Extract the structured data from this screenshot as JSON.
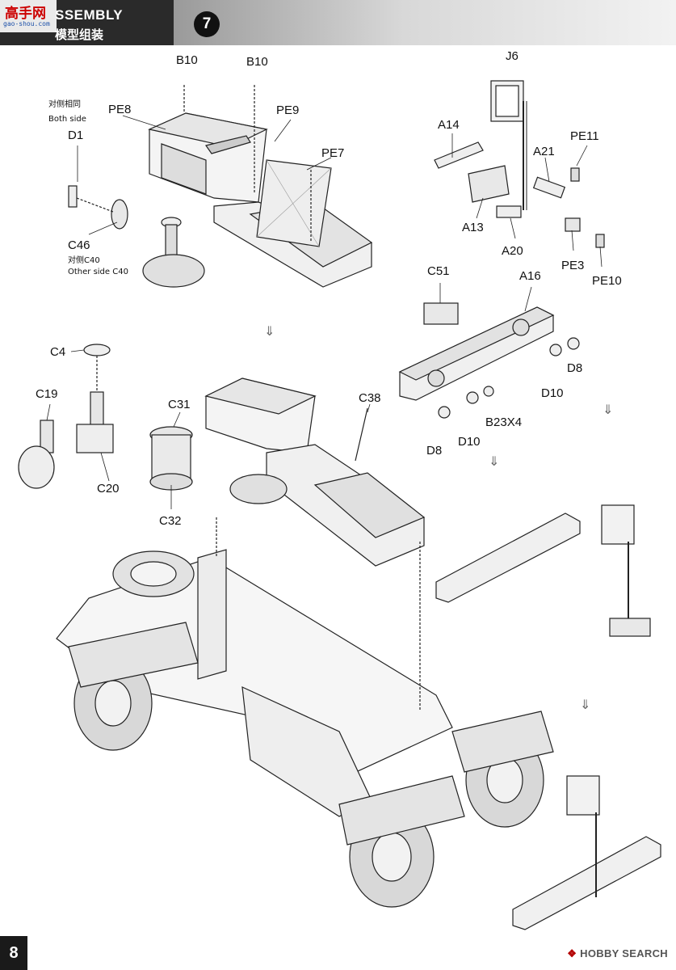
{
  "header": {
    "logo_text": "高手网",
    "logo_url": "gao-shou.com",
    "title_en": "SSEMBLY",
    "title_cn": "模型组装",
    "step_number": "7"
  },
  "labels": {
    "b10_left": "B10",
    "b10_right": "B10",
    "pe8": "PE8",
    "pe9": "PE9",
    "pe7": "PE7",
    "d1": "D1",
    "c46": "C46",
    "j6": "J6",
    "a14": "A14",
    "a21": "A21",
    "pe11": "PE11",
    "a13": "A13",
    "a20": "A20",
    "pe3": "PE3",
    "pe10": "PE10",
    "c51": "C51",
    "a16": "A16",
    "d8_right": "D8",
    "d10_right": "D10",
    "b23x4": "B23X4",
    "d10_left": "D10",
    "d8_left": "D8",
    "c4": "C4",
    "c19": "C19",
    "c20": "C20",
    "c31": "C31",
    "c32": "C32",
    "c38": "C38"
  },
  "notes": {
    "both_side_cn": "对侧相同",
    "both_side_en": "Both side",
    "other_side_cn": "对侧C40",
    "other_side_en": "Other side C40"
  },
  "arrow_glyph": "⇓",
  "footer": {
    "page_number": "8",
    "brand_mark": "❖",
    "brand_text": "HOBBY SEARCH"
  }
}
